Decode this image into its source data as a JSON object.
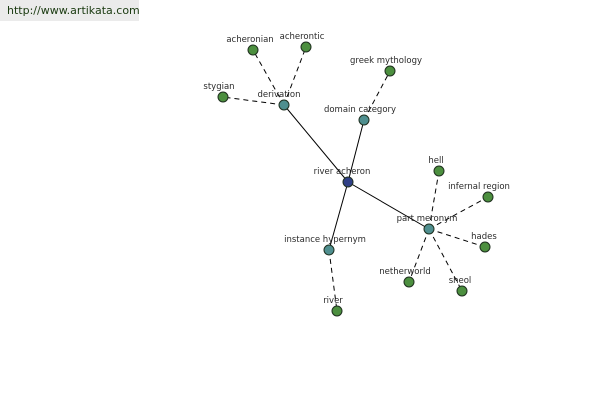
{
  "banner": {
    "url": "http://www.artikata.com"
  },
  "colors": {
    "center_node": "#2f3f86",
    "relation_node": "#4f8f8f",
    "leaf_node": "#4c8f3f",
    "edge": "#000000",
    "banner_bg": "#ebebeb"
  },
  "graph": {
    "center": {
      "id": "river-acheron",
      "label": "river acheron"
    },
    "relations": [
      {
        "id": "derivation",
        "label": "derivation",
        "leaves": [
          {
            "id": "acheronian",
            "label": "acheronian"
          },
          {
            "id": "acherontic",
            "label": "acherontic"
          },
          {
            "id": "stygian",
            "label": "stygian"
          }
        ]
      },
      {
        "id": "domain-category",
        "label": "domain category",
        "leaves": [
          {
            "id": "greek-mythology",
            "label": "greek mythology"
          }
        ]
      },
      {
        "id": "part-meronym",
        "label": "part meronym",
        "leaves": [
          {
            "id": "hell",
            "label": "hell"
          },
          {
            "id": "infernal-region",
            "label": "infernal region"
          },
          {
            "id": "hades",
            "label": "hades"
          },
          {
            "id": "netherworld",
            "label": "netherworld"
          },
          {
            "id": "sheol",
            "label": "sheol"
          }
        ]
      },
      {
        "id": "instance-hypernym",
        "label": "instance hypernym",
        "leaves": [
          {
            "id": "river",
            "label": "river"
          }
        ]
      }
    ]
  }
}
